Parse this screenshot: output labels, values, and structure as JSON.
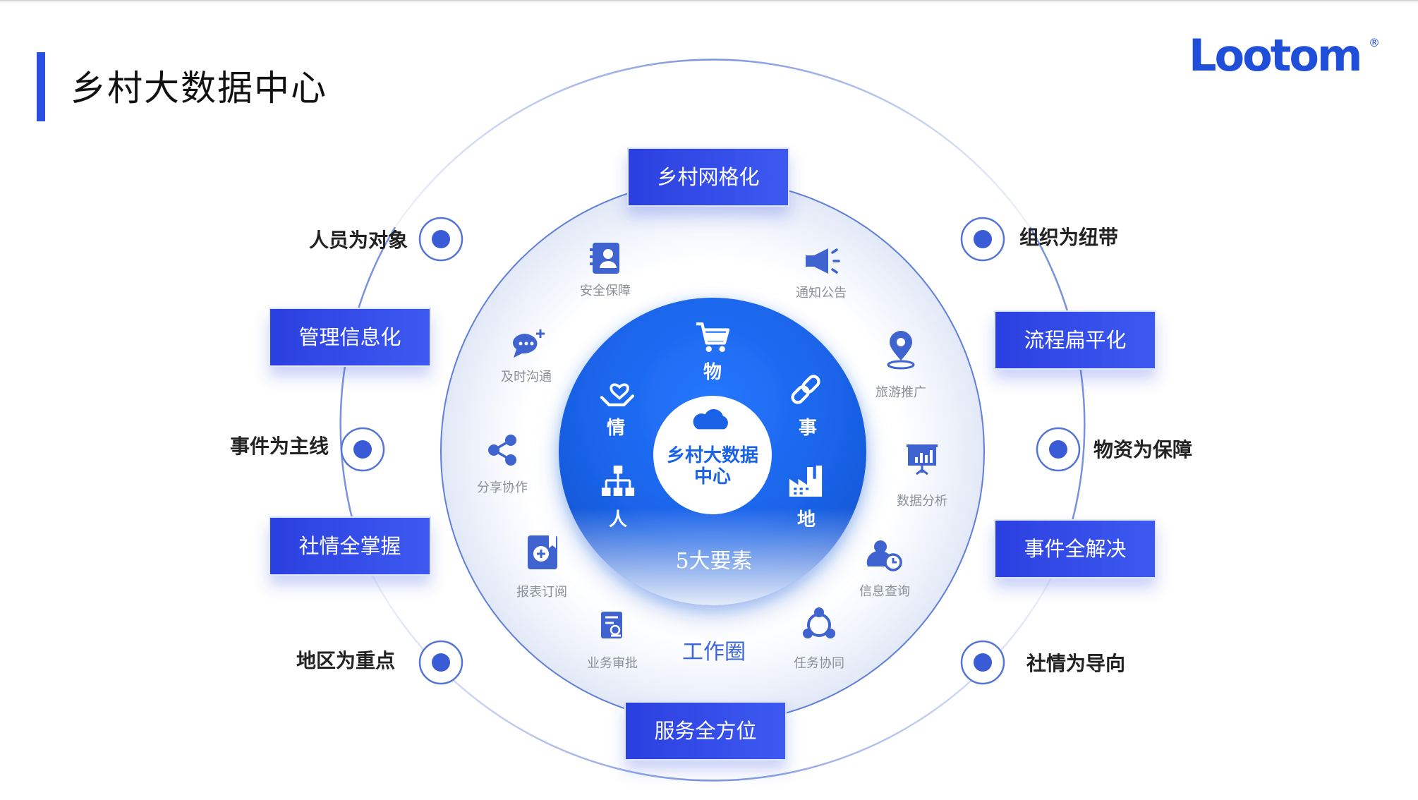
{
  "header": {
    "title": "乡村大数据中心"
  },
  "logo": {
    "text": "Lootom",
    "mark": "®",
    "color": "#1f4fd8"
  },
  "colors": {
    "primary": "#1b63e6",
    "accent": "#2a4fe0",
    "icon": "#3f63cf",
    "label": "#8a8f98",
    "dark": "#222222"
  },
  "center": {
    "line1": "乡村大数据",
    "line2": "中心",
    "icon": "cloud-icon"
  },
  "core": {
    "caption": "5大要素",
    "elements": [
      {
        "label": "物",
        "icon": "shopping-cart-icon"
      },
      {
        "label": "事",
        "icon": "link-icon"
      },
      {
        "label": "地",
        "icon": "factory-icon"
      },
      {
        "label": "人",
        "icon": "org-chart-icon"
      },
      {
        "label": "情",
        "icon": "heart-hand-icon"
      }
    ]
  },
  "work_circle": {
    "caption": "工作圈",
    "items": [
      {
        "label": "安全保障",
        "icon": "contact-card-icon"
      },
      {
        "label": "通知公告",
        "icon": "megaphone-icon"
      },
      {
        "label": "旅游推广",
        "icon": "location-pin-icon"
      },
      {
        "label": "数据分析",
        "icon": "presentation-chart-icon"
      },
      {
        "label": "信息查询",
        "icon": "user-clock-icon"
      },
      {
        "label": "任务协同",
        "icon": "collaboration-icon"
      },
      {
        "label": "业务审批",
        "icon": "approval-document-icon"
      },
      {
        "label": "报表订阅",
        "icon": "report-bookmark-icon"
      },
      {
        "label": "分享协作",
        "icon": "share-icon"
      },
      {
        "label": "及时沟通",
        "icon": "chat-bubble-icon"
      }
    ]
  },
  "boxes": [
    {
      "label": "乡村网格化"
    },
    {
      "label": "流程扁平化"
    },
    {
      "label": "事件全解决"
    },
    {
      "label": "服务全方位"
    },
    {
      "label": "社情全掌握"
    },
    {
      "label": "管理信息化"
    }
  ],
  "outer_labels": [
    {
      "label": "组织为纽带"
    },
    {
      "label": "物资为保障"
    },
    {
      "label": "社情为导向"
    },
    {
      "label": "地区为重点"
    },
    {
      "label": "事件为主线"
    },
    {
      "label": "人员为对象"
    }
  ]
}
